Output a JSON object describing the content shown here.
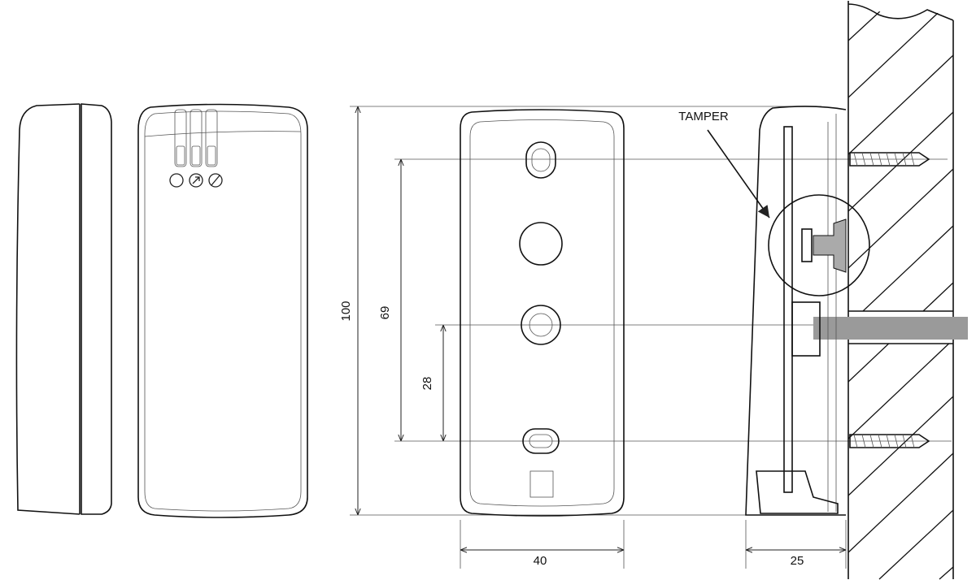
{
  "labels": {
    "tamper": "TAMPER",
    "height_total": "100",
    "hole_spacing": "69",
    "cable_offset": "28",
    "width": "40",
    "depth": "25"
  },
  "colors": {
    "line": "#111111",
    "cable": "#9a9a9a",
    "tamper_hatch": "#aaaaaa"
  }
}
